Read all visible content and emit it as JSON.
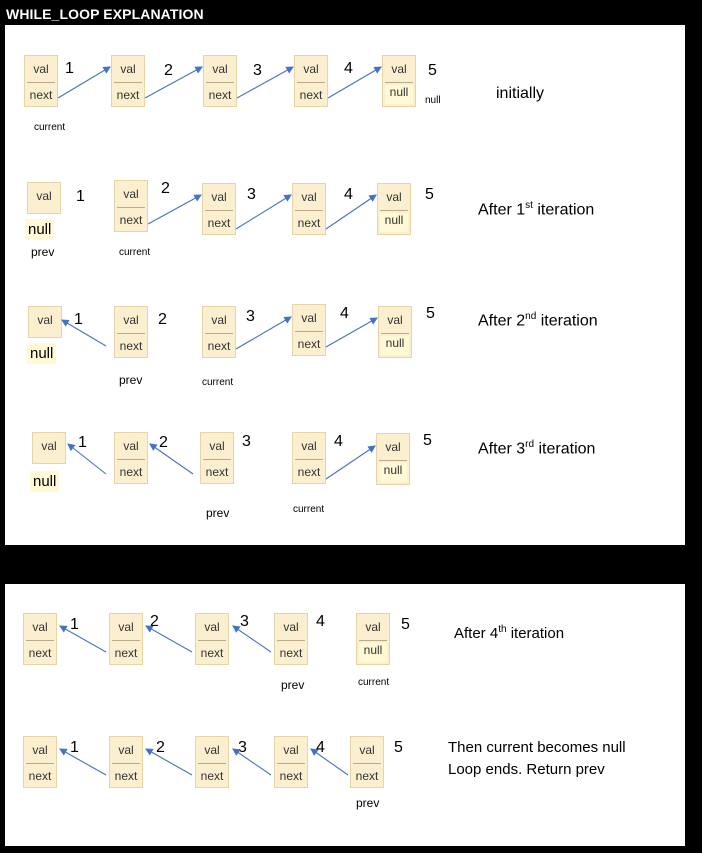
{
  "title": "WHILE_LOOP EXPLANATION",
  "field_val": "val",
  "field_next": "next",
  "field_null": "null",
  "nums": [
    "1",
    "2",
    "3",
    "4",
    "5"
  ],
  "pointers": {
    "current": "current",
    "prev": "prev",
    "null": "null"
  },
  "captions": {
    "initially": "initially",
    "after": "After 1",
    "sup1": "st",
    "sup2": "nd",
    "sup3": "rd",
    "sup4": "th",
    "after_prefix": "After ",
    "iteration": " iteration",
    "n1": "1",
    "n2": "2",
    "n3": "3",
    "n4": "4",
    "final_line1": "Then current becomes null",
    "final_line2": "Loop ends. Return prev"
  },
  "colors": {
    "node_fill": "#fbefd0",
    "arrow": "#4472c4",
    "null_fill": "#fff9d6"
  }
}
